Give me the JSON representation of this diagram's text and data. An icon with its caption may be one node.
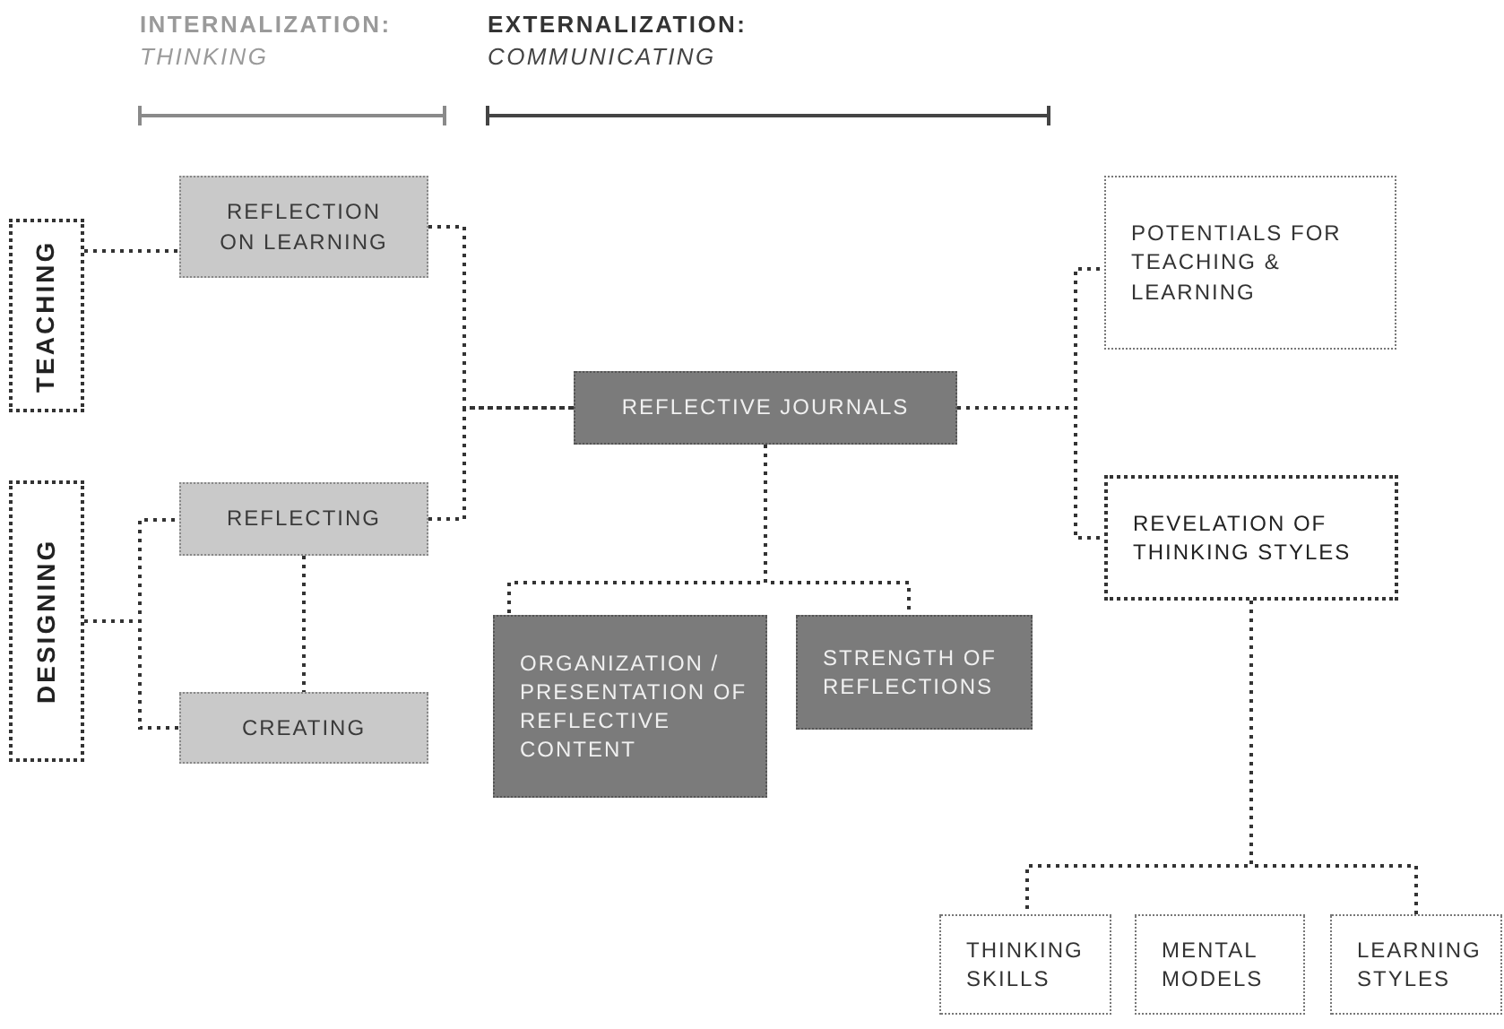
{
  "diagram": {
    "nodes": [
      {
        "text": [
          "TEACHING"
        ]
      },
      {
        "text": [
          "DESIGNING"
        ]
      },
      {
        "text": [
          "REFLECTION ON LEARNING"
        ]
      },
      {
        "text": [
          "REFLECTING"
        ]
      },
      {
        "text": [
          "CREATING"
        ]
      },
      {
        "text": [
          "REFLECTIVE JOURNALS"
        ]
      },
      {
        "text": [
          "ORGANIZATION / PRESENTATION OF REFLECTIVE CONTENT"
        ]
      },
      {
        "text": [
          "STRENGTH OF REFLECTIONS"
        ]
      },
      {
        "text": [
          "POTENTIALS FOR TEACHING & LEARNING"
        ]
      },
      {
        "text": [
          "REVELATION OF THINKING STYLES"
        ]
      },
      {
        "text": [
          "THINKING SKILLS"
        ]
      },
      {
        "text": [
          "MENTAL MODELS"
        ]
      },
      {
        "text": [
          "LEARNING STYLES"
        ]
      }
    ],
    "edges": [
      {
        "from": 0,
        "to": 2,
        "arrow": "none"
      },
      {
        "from": 1,
        "to": 3,
        "arrow": "none"
      },
      {
        "from": 1,
        "to": 4,
        "arrow": "none"
      },
      {
        "from": 3,
        "to": 4,
        "arrow": "none"
      },
      {
        "from": 2,
        "to": 5,
        "arrow": "none"
      },
      {
        "from": 3,
        "to": 5,
        "arrow": "none"
      },
      {
        "from": 5,
        "to": 8,
        "arrow": "none"
      },
      {
        "from": 5,
        "to": 9,
        "arrow": "none"
      },
      {
        "from": 5,
        "to": 6,
        "arrow": "none"
      },
      {
        "from": 5,
        "to": 7,
        "arrow": "none"
      },
      {
        "from": 9,
        "to": 10,
        "arrow": "none"
      },
      {
        "from": 9,
        "to": 12,
        "arrow": "none"
      }
    ],
    "labels": [
      "INTERNALIZATION:",
      "THINKING",
      "EXTERNALIZATION:",
      "COMMUNICATING"
    ]
  }
}
